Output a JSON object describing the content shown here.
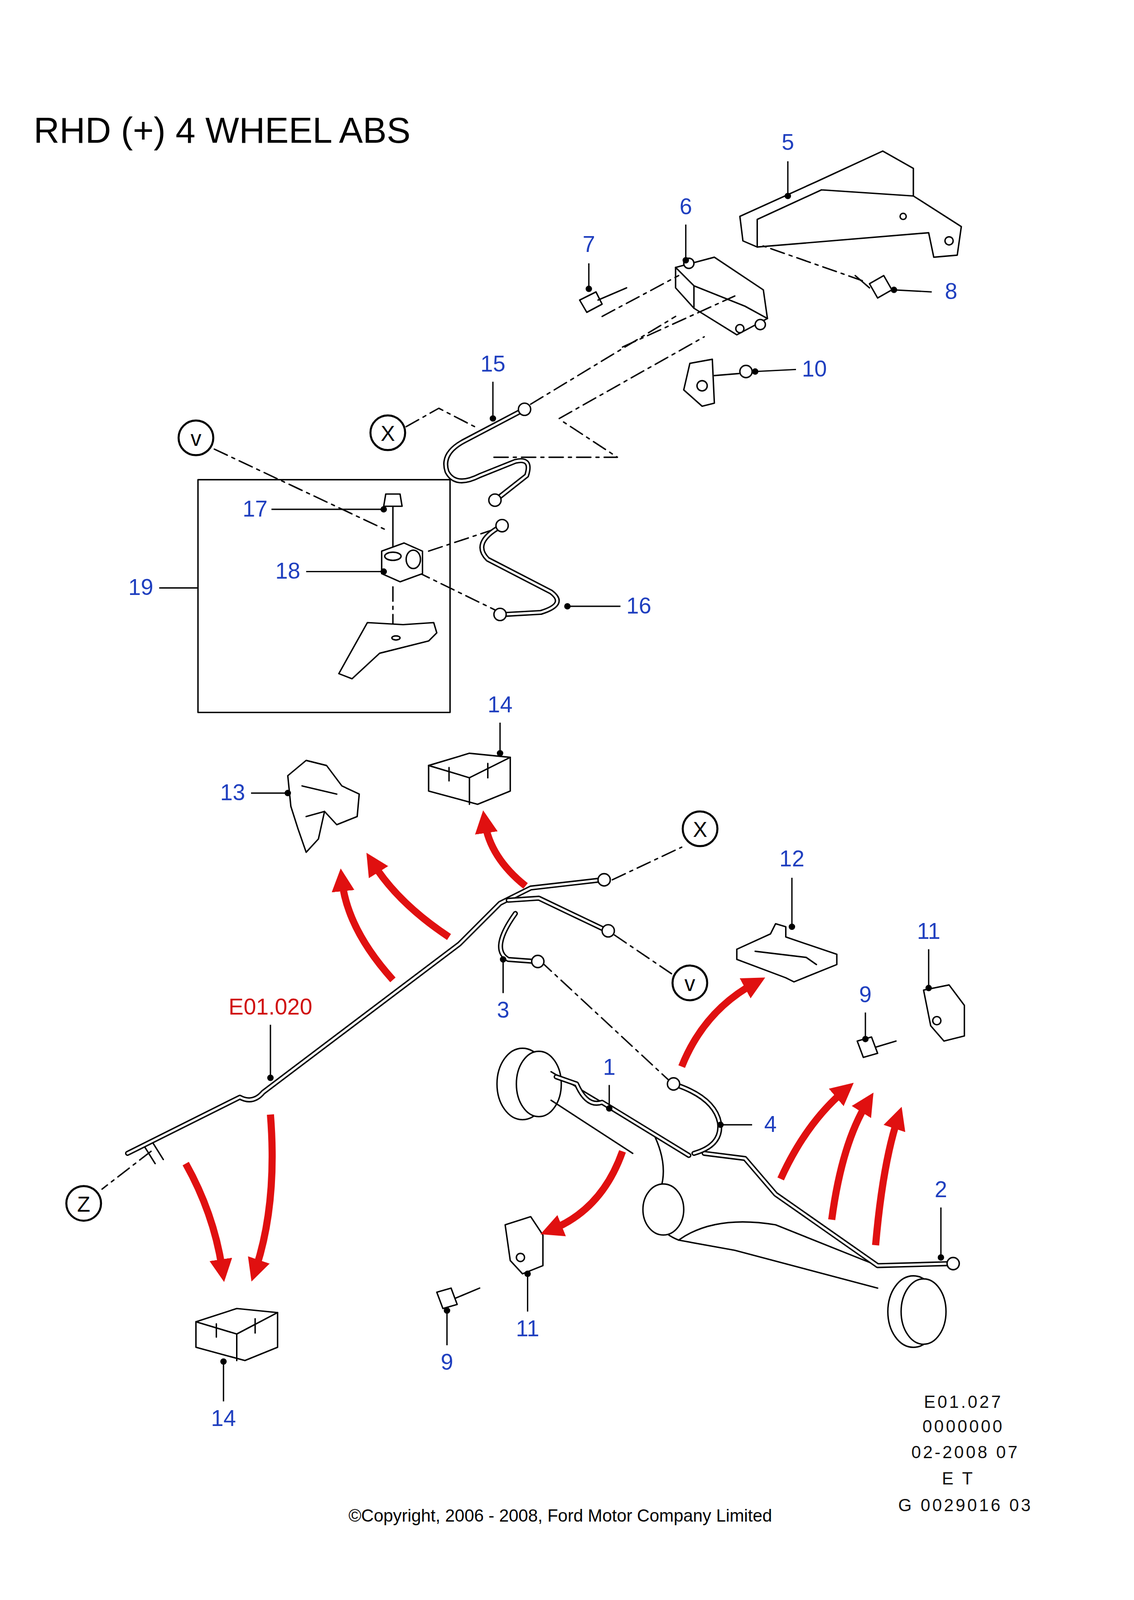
{
  "diagram": {
    "title": "RHD (+) 4 WHEEL ABS",
    "caption": "©Copyright, 2006 - 2008, Ford Motor Company Limited",
    "nodes": [
      {
        "text": [
          "v"
        ]
      },
      {
        "text": [
          "X"
        ]
      },
      {
        "text": [
          "X"
        ]
      },
      {
        "text": [
          "v"
        ]
      },
      {
        "text": [
          "Z"
        ]
      }
    ],
    "labels": [
      "5",
      "6",
      "7",
      "8",
      "10",
      "15",
      "17",
      "18",
      "19",
      "16",
      "14",
      "13",
      "12",
      "11",
      "9",
      "3",
      "E01.020",
      "1",
      "4",
      "2",
      "11",
      "9",
      "14",
      "E01.027",
      "0000000",
      "02-2008 07",
      "E T",
      "G 0029016 03"
    ]
  }
}
